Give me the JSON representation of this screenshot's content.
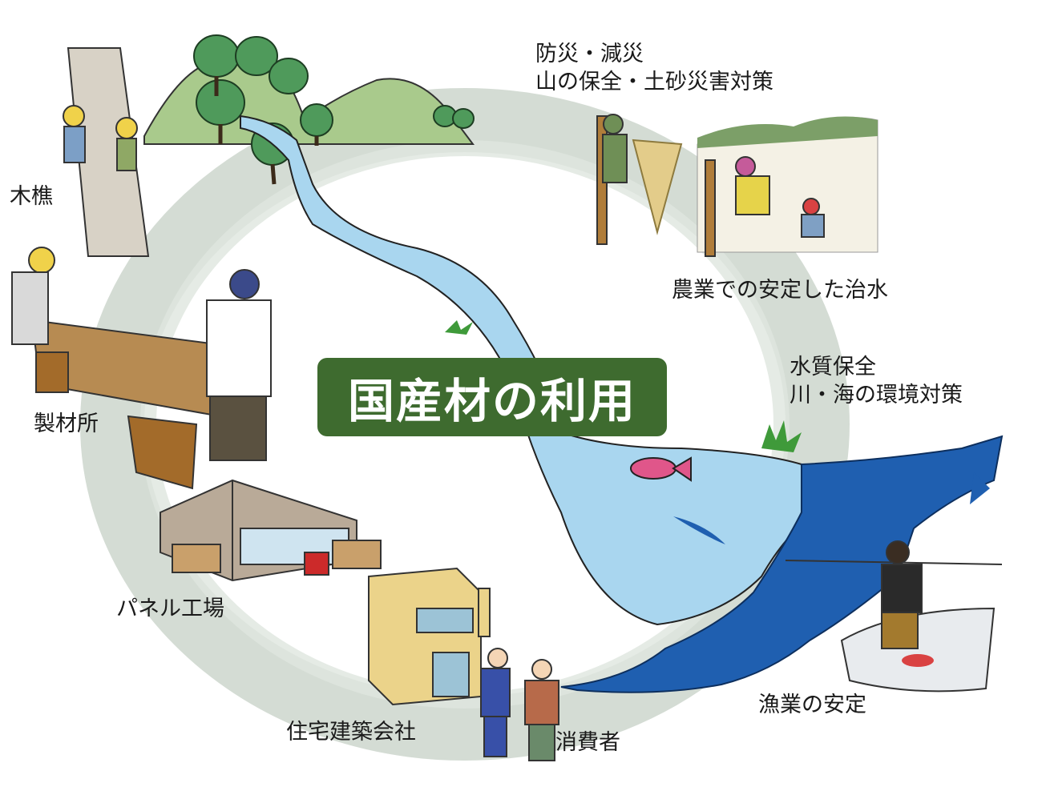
{
  "title": "国産材の利用",
  "labels": {
    "woodcutter": "木樵",
    "sawmill": "製材所",
    "panel_factory": "パネル工場",
    "housing_company": "住宅建築会社",
    "consumer": "消費者",
    "fishery": "漁業の安定",
    "water_quality_1": "水質保全",
    "water_quality_2": "川・海の環境対策",
    "agriculture": "農業での安定した治水",
    "disaster_1": "防災・減災",
    "disaster_2": "山の保全・土砂災害対策"
  },
  "colors": {
    "title_bg": "#3e6b2f",
    "ring": "#c9d3c9",
    "river": "#a9d6ef",
    "sea": "#1f5fb0",
    "hill": "#a8c98a",
    "tree": "#4e9a5a"
  }
}
